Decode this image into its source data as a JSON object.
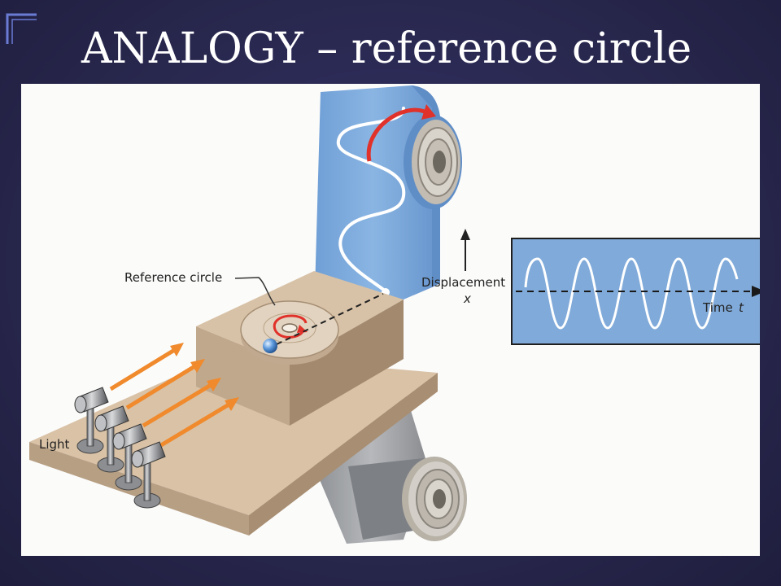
{
  "slide": {
    "title": "ANALOGY – reference circle",
    "accent_color": "#ffffff",
    "background_color": "#2b2a4f"
  },
  "diagram": {
    "labels": {
      "reference_circle": "Reference circle",
      "displacement": "Displacement",
      "displacement_symbol": "x",
      "time": "Time",
      "time_symbol": "t",
      "light": "Light"
    },
    "colors": {
      "paper": "#80aad9",
      "base": "#d9c2a6",
      "arrow_light": "#f08a2c",
      "rotation_arrow": "#e0322a"
    },
    "icons": [
      "bracket-corner-icon",
      "rotation-arrow-icon",
      "light-source-icon"
    ]
  }
}
